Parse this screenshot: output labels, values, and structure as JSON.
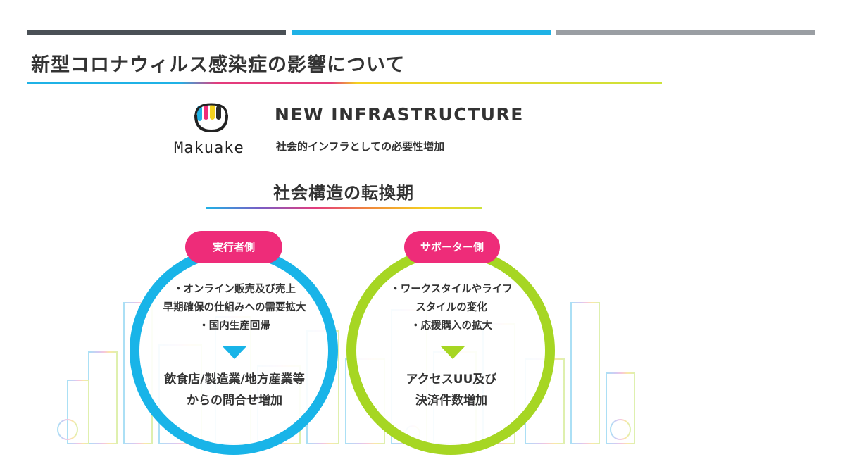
{
  "header": {
    "title": "新型コロナウィルス感染症の影響について",
    "bar_colors": [
      "#4a5056",
      "#1fb2e6",
      "#9a9ea3"
    ]
  },
  "brand": {
    "logo_text": "Makuake",
    "headline": "NEW INFRASTRUCTURE",
    "subline": "社会的インフラとしての必要性増加"
  },
  "section": {
    "title": "社会構造の転換期"
  },
  "left_panel": {
    "label": "実行者側",
    "color": "#19b4e8",
    "bullets": [
      "・オンライン販売及び売上",
      "早期確保の仕組みへの需要拡大",
      "・国内生産回帰"
    ],
    "result": [
      "飲食店/製造業/地方産業等",
      "からの問合せ増加"
    ]
  },
  "right_panel": {
    "label": "サポーター側",
    "color": "#a6d623",
    "bullets": [
      "・ワークスタイルやライフ",
      "スタイルの変化",
      "・応援購入の拡大"
    ],
    "result": [
      "アクセスUU及び",
      "決済件数増加"
    ]
  },
  "accent_pink": "#ee2c79"
}
